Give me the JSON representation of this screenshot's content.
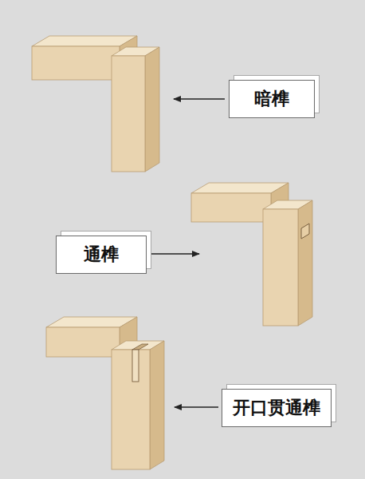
{
  "diagram": {
    "nodes": [
      {
        "text": [
          "暗榫"
        ]
      },
      {
        "text": [
          "通榫"
        ]
      },
      {
        "text": [
          "开口贯通榫"
        ]
      }
    ]
  }
}
